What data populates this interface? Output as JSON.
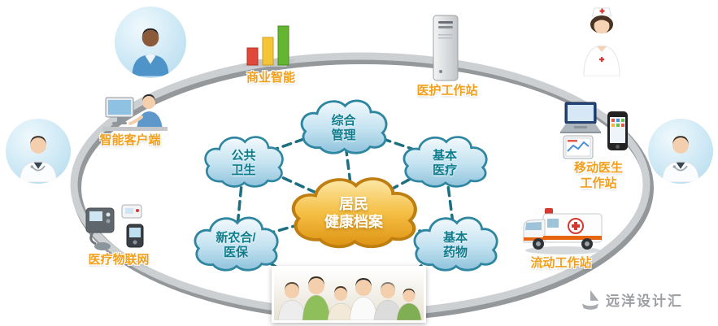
{
  "center_cloud": {
    "line1": "居民",
    "line2": "健康档案"
  },
  "clouds": {
    "management": {
      "line1": "综合",
      "line2": "管理"
    },
    "public_health": {
      "line1": "公共",
      "line2": "卫生"
    },
    "basic_medical": {
      "line1": "基本",
      "line2": "医疗"
    },
    "rural_insurance": {
      "line1": "新农合/",
      "line2": "医保"
    },
    "basic_drugs": {
      "line1": "基本",
      "line2": "药物"
    }
  },
  "labels": {
    "business_intelligence": "商业智能",
    "medical_workstation": "医护工作站",
    "smart_client": "智能客户端",
    "mobile_doctor_line1": "移动医生",
    "mobile_doctor_line2": "工作站",
    "medical_iot": "医疗物联网",
    "mobile_workstation": "流动工作站"
  },
  "watermark": "远洋设计汇",
  "icons": {
    "businessman": "businessman-avatar-icon",
    "bar_chart": "bar-chart-icon",
    "server": "server-tower-icon",
    "nurse": "nurse-icon",
    "desktop_user": "desktop-user-icon",
    "doctor": "doctor-avatar-icon",
    "laptop": "laptop-icon",
    "smartphone": "smartphone-icon",
    "tablet": "tablet-icon",
    "medical_devices": "medical-devices-icon",
    "ambulance": "ambulance-icon",
    "family_photo": "family-photo",
    "logo": "yuanyang-logo-icon"
  },
  "colors": {
    "label_orange": "#F29F1C",
    "cloud_text_teal": "#0D7C8C",
    "cloud_stroke": "#2E86A0",
    "center_cloud_stroke": "#BF7E10",
    "dashed_line": "#1D6F82",
    "ring_gray": "#B5B8BB",
    "watermark_gray": "#9B9FA3"
  }
}
